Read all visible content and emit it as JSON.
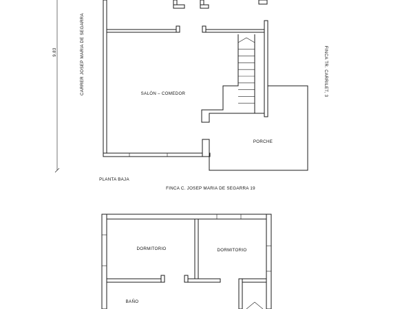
{
  "labels": {
    "dimension": "9.83",
    "street_left": "CARRER JOSEP MARIA DE SEGARRA",
    "street_right": "FINCA TR. CARRILET, 3",
    "living_room": "SALÓN – COMEDOR",
    "porch": "PORCHE",
    "ground_floor": "PLANTA BAJA",
    "neighbour_bottom": "FINCA C. JOSEP MARIA DE SEGARRA 19",
    "bedroom_left": "DORMITORIO",
    "bedroom_right": "DORMITORIO",
    "bathroom": "BAÑO"
  },
  "stair_steps": 9
}
